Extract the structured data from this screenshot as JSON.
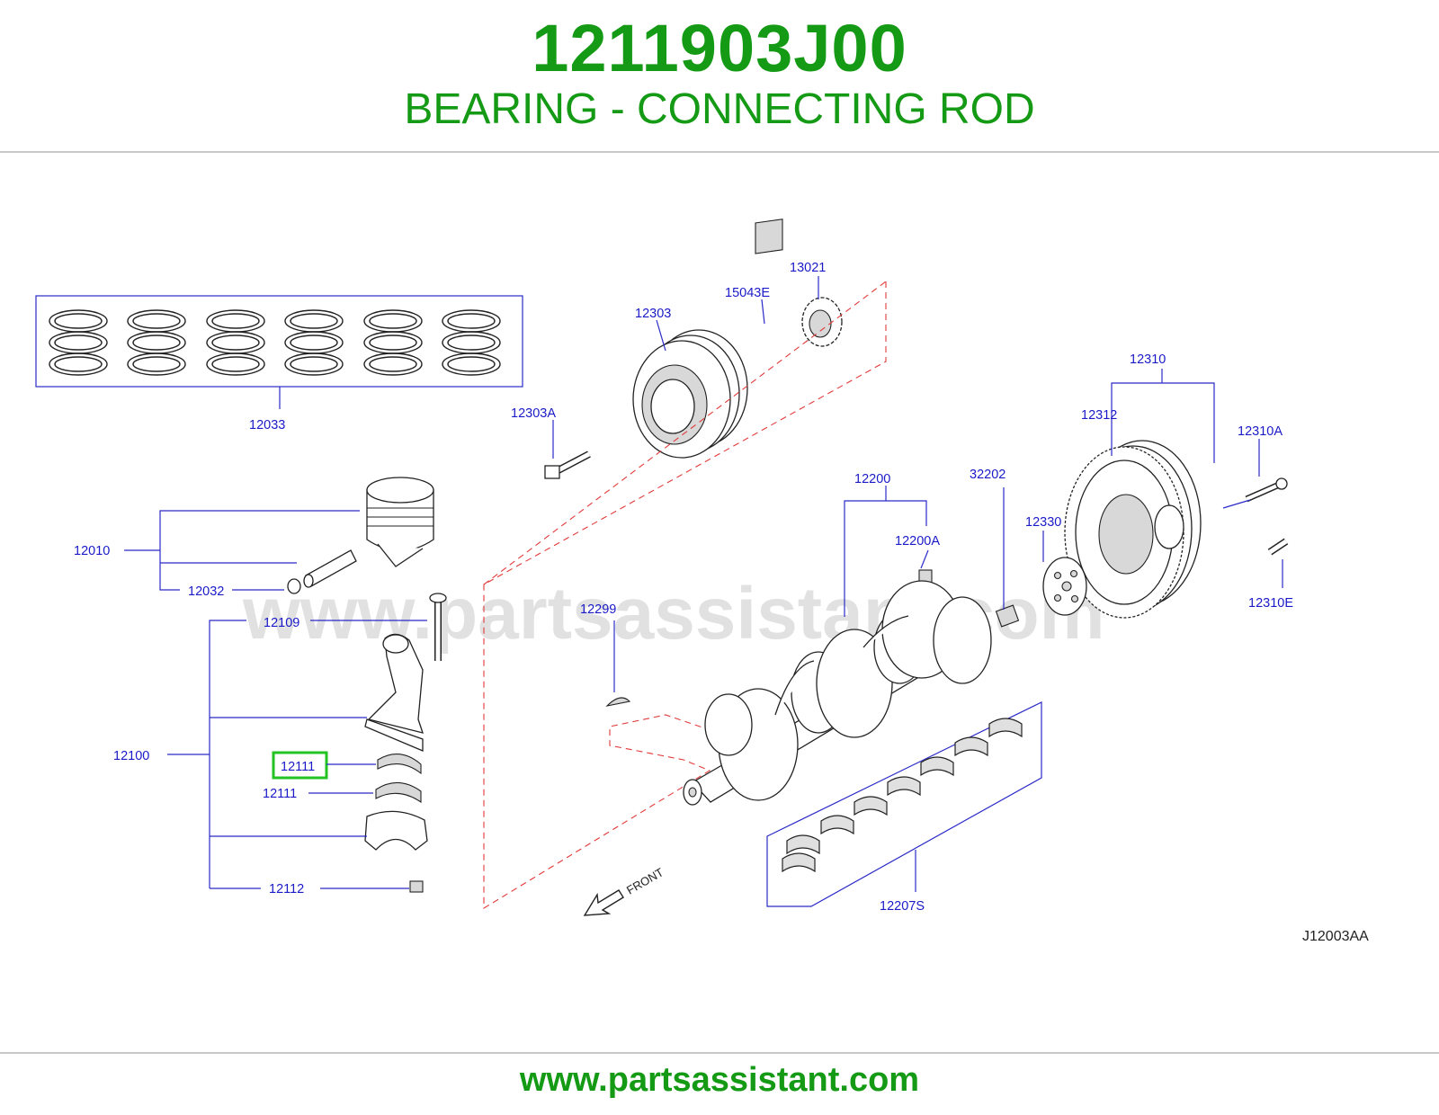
{
  "header": {
    "part_number": "1211903J00",
    "part_name": "BEARING - CONNECTING ROD"
  },
  "diagram": {
    "watermark": "www.partsassistant.com",
    "code": "J12003AA",
    "front_label": "FRONT",
    "highlight_color": "#22c322",
    "labels": {
      "l12033": "12033",
      "l12303": "12303",
      "l15043E": "15043E",
      "l13021": "13021",
      "l12303A": "12303A",
      "l12310": "12310",
      "l12312": "12312",
      "l12310A": "12310A",
      "l12200": "12200",
      "l32202": "32202",
      "l12330": "12330",
      "l12200A": "12200A",
      "l12310E": "12310E",
      "l12010": "12010",
      "l12032": "12032",
      "l12299": "12299",
      "l12109": "12109",
      "l12100": "12100",
      "l12111a": "12111",
      "l12111b": "12111",
      "l12112": "12112",
      "l12207S": "12207S"
    }
  },
  "footer": {
    "url": "www.partsassistant.com"
  }
}
